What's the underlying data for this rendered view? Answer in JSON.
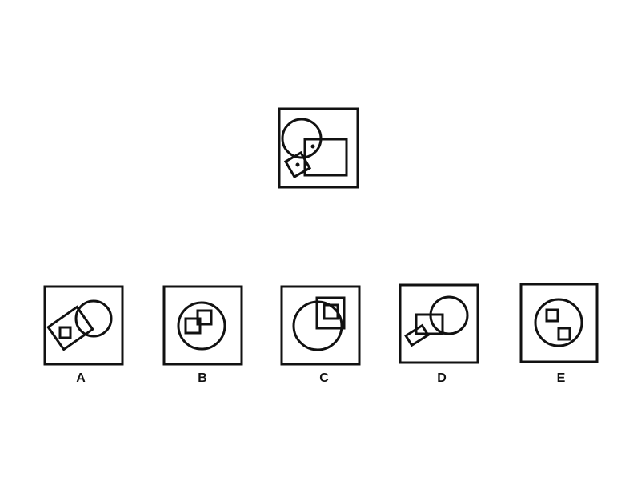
{
  "puzzle": {
    "options": [
      {
        "letter": "A"
      },
      {
        "letter": "B"
      },
      {
        "letter": "C"
      },
      {
        "letter": "D"
      },
      {
        "letter": "E"
      }
    ]
  }
}
